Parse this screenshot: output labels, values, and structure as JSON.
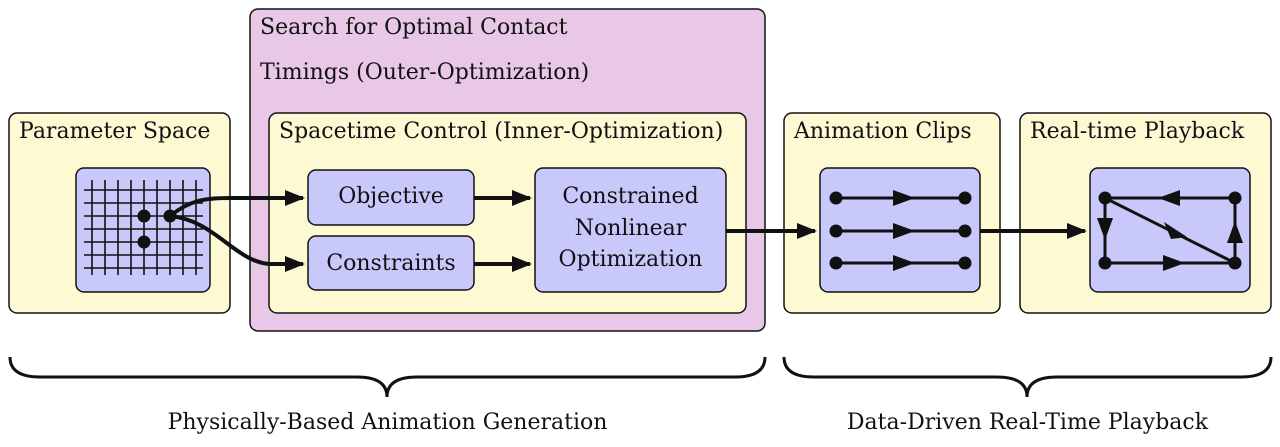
{
  "colors": {
    "yellow_panel": "#fdf9d3",
    "purple_panel": "#e8c8e6",
    "blue_box": "#c8c8fb",
    "stroke": "#111111"
  },
  "panels": {
    "parameter_space": {
      "title": "Parameter Space"
    },
    "outer_optimization": {
      "title_line1": "Search for Optimal Contact",
      "title_line2": "Timings (Outer-Optimization)"
    },
    "inner_optimization": {
      "title": "Spacetime Control (Inner-Optimization)"
    },
    "animation_clips": {
      "title": "Animation Clips"
    },
    "realtime_playback": {
      "title": "Real-time Playback"
    }
  },
  "boxes": {
    "objective": "Objective",
    "constraints": "Constraints",
    "optimizer_line1": "Constrained",
    "optimizer_line2": "Nonlinear",
    "optimizer_line3": "Optimization"
  },
  "braces": {
    "left_label": "Physically-Based Animation Generation",
    "right_label": "Data-Driven Real-Time Playback"
  }
}
